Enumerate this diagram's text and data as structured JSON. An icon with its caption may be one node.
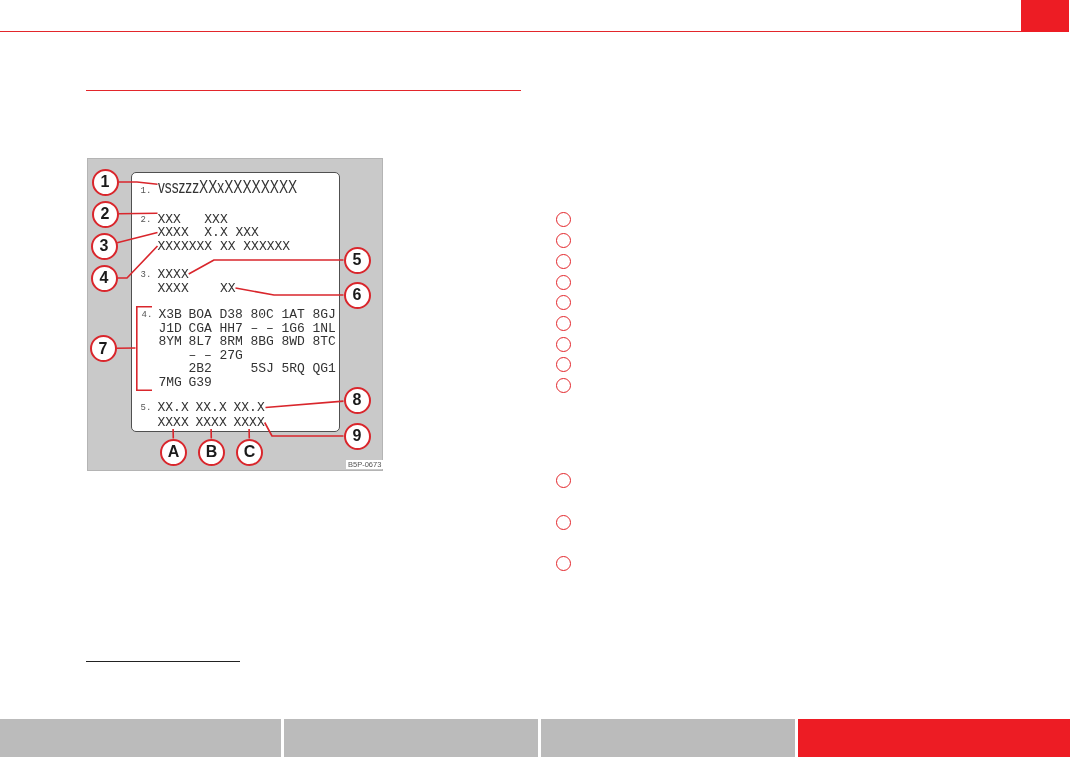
{
  "diagram": {
    "nodes": [
      {
        "text": [],
        "shape": "box"
      },
      {
        "text": [
          "1"
        ]
      },
      {
        "text": [
          "vsszzzXXxXXXXXXXX"
        ],
        "in": 0
      },
      {
        "text": [
          "2"
        ]
      },
      {
        "text": [
          "XXX",
          "XXX"
        ],
        "in": 0
      },
      {
        "text": [
          "3"
        ]
      },
      {
        "text": [
          "XXXX",
          "X.X XXX"
        ],
        "in": 0
      },
      {
        "text": [
          "4"
        ]
      },
      {
        "text": [
          "XXXXXXX XX XXXXXX"
        ],
        "in": 0
      },
      {
        "text": [
          "XXXX"
        ],
        "in": 0
      },
      {
        "text": [
          "5"
        ]
      },
      {
        "text": [
          "XX"
        ],
        "in": 0
      },
      {
        "text": [
          "6"
        ]
      },
      {
        "text": [
          "7"
        ]
      },
      {
        "text": [
          "X3B",
          "BOA",
          "D38",
          "80C",
          "1AT",
          "8GJ",
          "J1D",
          "CGA",
          "HH7",
          "– –",
          "1G6",
          "1NL",
          "8YM",
          "8L7",
          "8RM",
          "8BG",
          "8WD",
          "8TC",
          "– –",
          "27G",
          "2B2",
          "5SJ",
          "5RQ",
          "QG1",
          "7MG",
          "G39"
        ],
        "in": 0
      },
      {
        "text": [
          "XX.X",
          "XX.X",
          "XX.X"
        ],
        "in": 0
      },
      {
        "text": [
          "8"
        ]
      },
      {
        "text": [
          "XXXX"
        ],
        "in": 0
      },
      {
        "text": [
          "XXXX"
        ],
        "in": 0
      },
      {
        "text": [
          "XXXX"
        ],
        "in": 0
      },
      {
        "text": [
          "9"
        ]
      },
      {
        "text": [
          "A"
        ]
      },
      {
        "text": [
          "B"
        ]
      },
      {
        "text": [
          "C"
        ]
      },
      {
        "text": [],
        "shape": "circle"
      },
      {
        "text": [],
        "shape": "circle"
      },
      {
        "text": [],
        "shape": "circle"
      },
      {
        "text": [],
        "shape": "circle"
      },
      {
        "text": [],
        "shape": "circle"
      },
      {
        "text": [],
        "shape": "circle"
      },
      {
        "text": [],
        "shape": "circle"
      },
      {
        "text": [],
        "shape": "circle"
      },
      {
        "text": [],
        "shape": "circle"
      },
      {
        "text": [],
        "shape": "circle"
      },
      {
        "text": [],
        "shape": "circle"
      },
      {
        "text": [],
        "shape": "circle"
      }
    ],
    "edges": [
      {
        "from": 1,
        "to": 2,
        "arrow": "none"
      },
      {
        "from": 3,
        "to": 4,
        "arrow": "none"
      },
      {
        "from": 5,
        "to": 6,
        "arrow": "none"
      },
      {
        "from": 7,
        "to": 8,
        "arrow": "none"
      },
      {
        "from": 10,
        "to": 9,
        "arrow": "none"
      },
      {
        "from": 12,
        "to": 11,
        "arrow": "none"
      },
      {
        "from": 13,
        "to": 14,
        "arrow": "none"
      },
      {
        "from": 16,
        "to": 15,
        "arrow": "none"
      },
      {
        "from": 20,
        "to": 19,
        "arrow": "none"
      },
      {
        "from": 21,
        "to": 17,
        "arrow": "none"
      },
      {
        "from": 22,
        "to": 18,
        "arrow": "none"
      },
      {
        "from": 23,
        "to": 19,
        "arrow": "none"
      }
    ],
    "labels": [
      "1.",
      "2.",
      "3.",
      "XXXX",
      "4.",
      "5.",
      "B5P-0673"
    ]
  }
}
